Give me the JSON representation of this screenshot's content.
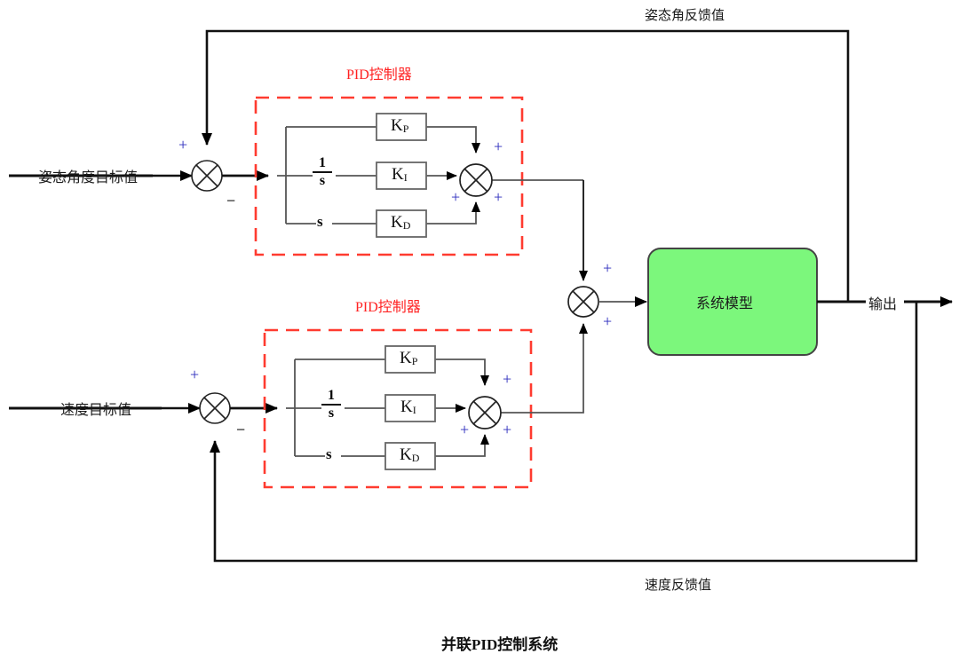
{
  "diagram": {
    "title": "并联PID控制系统",
    "system_block": {
      "label": "系统模型",
      "fill_color": "#7cf77c",
      "stroke_color": "#444444"
    },
    "output_label": "输出",
    "inputs": [
      {
        "id": "attitude",
        "label": "姿态角度目标值"
      },
      {
        "id": "speed",
        "label": "速度目标值"
      }
    ],
    "feedback": [
      {
        "id": "attitude-feedback",
        "label": "姿态角反馈值"
      },
      {
        "id": "speed-feedback",
        "label": "速度反馈值"
      }
    ],
    "pid_blocks": [
      {
        "id": "pid-attitude",
        "title": "PID控制器",
        "border_color": "#ff3b30",
        "gains": [
          {
            "name": "Kp",
            "letter": "K",
            "sub": "P"
          },
          {
            "name": "Ki",
            "letter": "K",
            "sub": "I"
          },
          {
            "name": "Kd",
            "letter": "K",
            "sub": "D"
          }
        ],
        "operators": {
          "integrator_num": "1",
          "integrator_den": "s",
          "derivative": "s"
        },
        "sum_signs": [
          "+",
          "+",
          "+"
        ]
      },
      {
        "id": "pid-speed",
        "title": "PID控制器",
        "border_color": "#ff3b30",
        "gains": [
          {
            "name": "Kp",
            "letter": "K",
            "sub": "P"
          },
          {
            "name": "Ki",
            "letter": "K",
            "sub": "I"
          },
          {
            "name": "Kd",
            "letter": "K",
            "sub": "D"
          }
        ],
        "operators": {
          "integrator_num": "1",
          "integrator_den": "s",
          "derivative": "s"
        },
        "sum_signs": [
          "+",
          "+",
          "+"
        ]
      }
    ],
    "error_junctions": [
      {
        "id": "error-attitude",
        "plus": "+",
        "minus": "−"
      },
      {
        "id": "error-speed",
        "plus": "+",
        "minus": "−"
      }
    ],
    "main_junction": {
      "id": "main-sum",
      "plus_top": "+",
      "plus_bottom": "+"
    }
  }
}
